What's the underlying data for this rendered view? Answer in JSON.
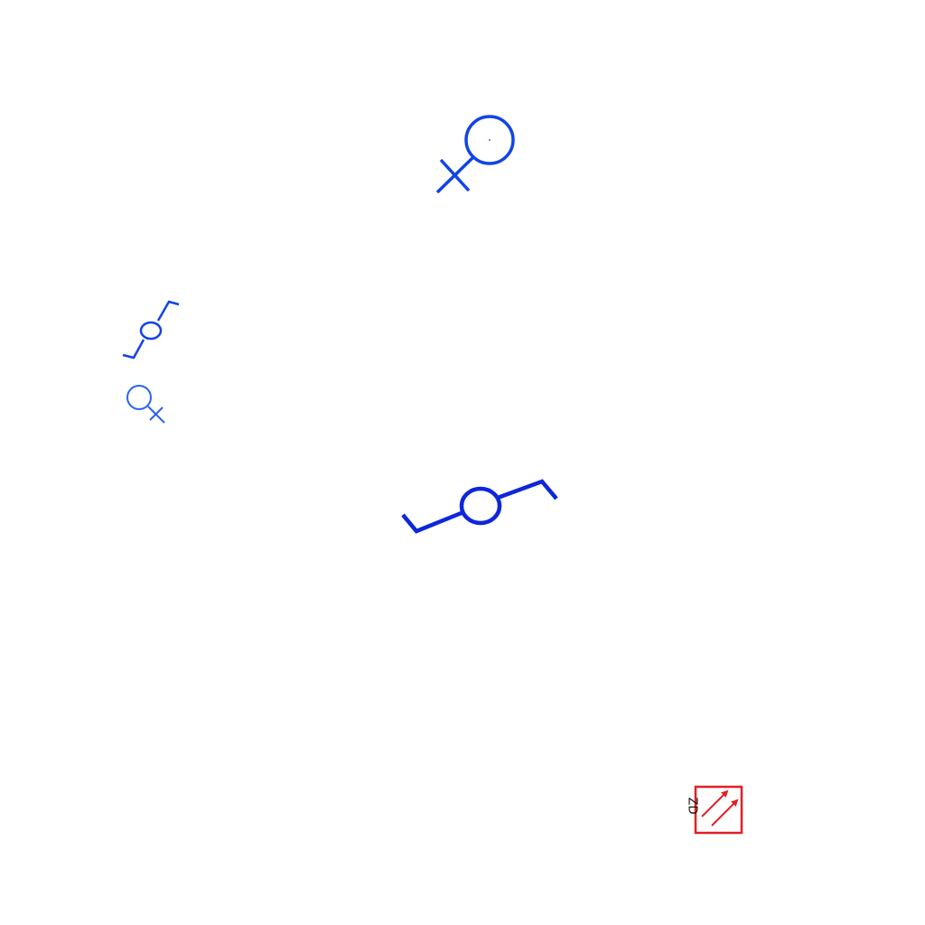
{
  "colors": {
    "background": "#ffffff",
    "symbol_blue": "#1144e6",
    "symbol_blue_dark": "#0d27d9",
    "symbol_blue_light": "#2a63f0",
    "device_red": "#e21f26",
    "label_text": "#111111"
  },
  "symbols": [
    {
      "name": "female-symbol-large",
      "icon": "circle-with-cross-icon"
    },
    {
      "name": "bent-line-with-circle-small",
      "icon": "z-bend-circle-icon"
    },
    {
      "name": "female-symbol-small",
      "icon": "circle-with-cross-icon"
    },
    {
      "name": "bent-line-with-circle-large",
      "icon": "z-bend-circle-icon"
    },
    {
      "name": "zd-device",
      "icon": "box-with-double-arrow-icon"
    }
  ],
  "device": {
    "label": "ZD"
  }
}
